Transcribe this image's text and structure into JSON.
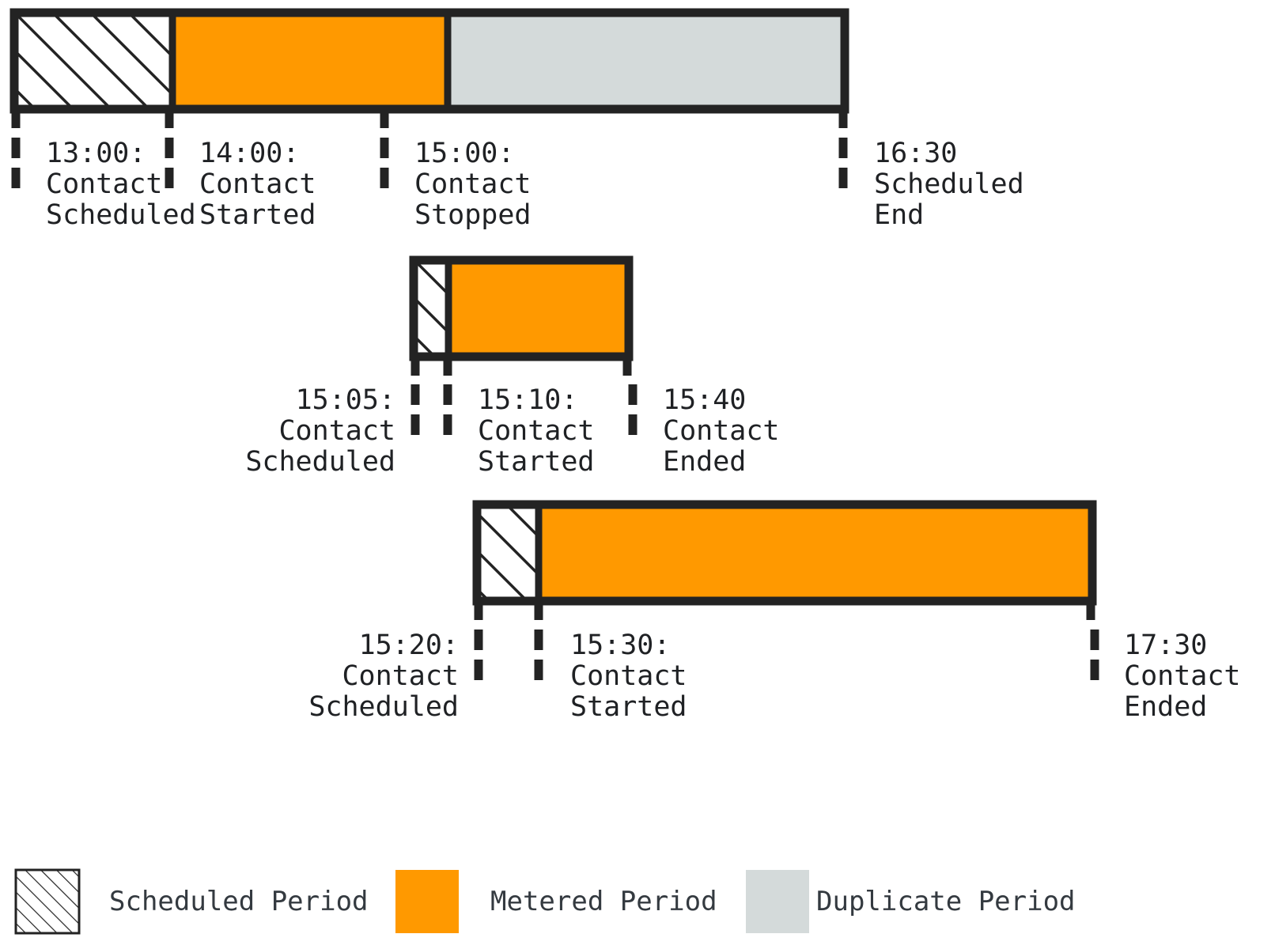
{
  "diagram": {
    "title": "Contact metering timeline",
    "colors": {
      "metered": "#FF9900",
      "duplicate": "#D4DADA",
      "outline": "#232323",
      "label_text": "#1f2124",
      "legend_text": "#343a40",
      "background": "#FFFFFF"
    },
    "rows": [
      {
        "id": "row-1",
        "segments": [
          {
            "kind": "scheduled",
            "label": "Scheduled Period"
          },
          {
            "kind": "metered",
            "label": "Metered Period"
          },
          {
            "kind": "duplicate",
            "label": "Duplicate Period"
          }
        ],
        "markers": [
          {
            "time": "13:00:",
            "line1": "Contact",
            "line2": "Scheduled",
            "align": "left"
          },
          {
            "time": "14:00:",
            "line1": "Contact",
            "line2": "Started",
            "align": "left"
          },
          {
            "time": "15:00:",
            "line1": "Contact",
            "line2": "Stopped",
            "align": "left"
          },
          {
            "time": "16:30",
            "line1": "Scheduled",
            "line2": "End",
            "align": "left"
          }
        ]
      },
      {
        "id": "row-2",
        "segments": [
          {
            "kind": "scheduled",
            "label": "Scheduled Period"
          },
          {
            "kind": "metered",
            "label": "Metered Period"
          }
        ],
        "markers": [
          {
            "time": "15:05:",
            "line1": "Contact",
            "line2": "Scheduled",
            "align": "right"
          },
          {
            "time": "15:10:",
            "line1": "Contact",
            "line2": "Started",
            "align": "left"
          },
          {
            "time": "15:40",
            "line1": "Contact",
            "line2": "Ended",
            "align": "left"
          }
        ]
      },
      {
        "id": "row-3",
        "segments": [
          {
            "kind": "scheduled",
            "label": "Scheduled Period"
          },
          {
            "kind": "metered",
            "label": "Metered Period"
          }
        ],
        "markers": [
          {
            "time": "15:20:",
            "line1": "Contact",
            "line2": "Scheduled",
            "align": "right"
          },
          {
            "time": "15:30:",
            "line1": "Contact",
            "line2": "Started",
            "align": "left"
          },
          {
            "time": "17:30",
            "line1": "Contact",
            "line2": "Ended",
            "align": "left"
          }
        ]
      }
    ],
    "legend": {
      "items": [
        {
          "key": "scheduled",
          "label": "Scheduled Period"
        },
        {
          "key": "metered",
          "label": "Metered Period"
        },
        {
          "key": "duplicate",
          "label": "Duplicate Period"
        }
      ]
    }
  },
  "labels": {
    "r1m0_time": "13:00:",
    "r1m0_l1": "Contact",
    "r1m0_l2": "Scheduled",
    "r1m1_time": "14:00:",
    "r1m1_l1": "Contact",
    "r1m1_l2": "Started",
    "r1m2_time": "15:00:",
    "r1m2_l1": "Contact",
    "r1m2_l2": "Stopped",
    "r1m3_time": "16:30",
    "r1m3_l1": "Scheduled",
    "r1m3_l2": "End",
    "r2m0_time": "15:05:",
    "r2m0_l1": "Contact",
    "r2m0_l2": "Scheduled",
    "r2m1_time": "15:10:",
    "r2m1_l1": "Contact",
    "r2m1_l2": "Started",
    "r2m2_time": "15:40",
    "r2m2_l1": "Contact",
    "r2m2_l2": "Ended",
    "r3m0_time": "15:20:",
    "r3m0_l1": "Contact",
    "r3m0_l2": "Scheduled",
    "r3m1_time": "15:30:",
    "r3m1_l1": "Contact",
    "r3m1_l2": "Started",
    "r3m2_time": "17:30",
    "r3m2_l1": "Contact",
    "r3m2_l2": "Ended",
    "legend0": "Scheduled Period",
    "legend1": "Metered Period",
    "legend2": "Duplicate Period"
  }
}
